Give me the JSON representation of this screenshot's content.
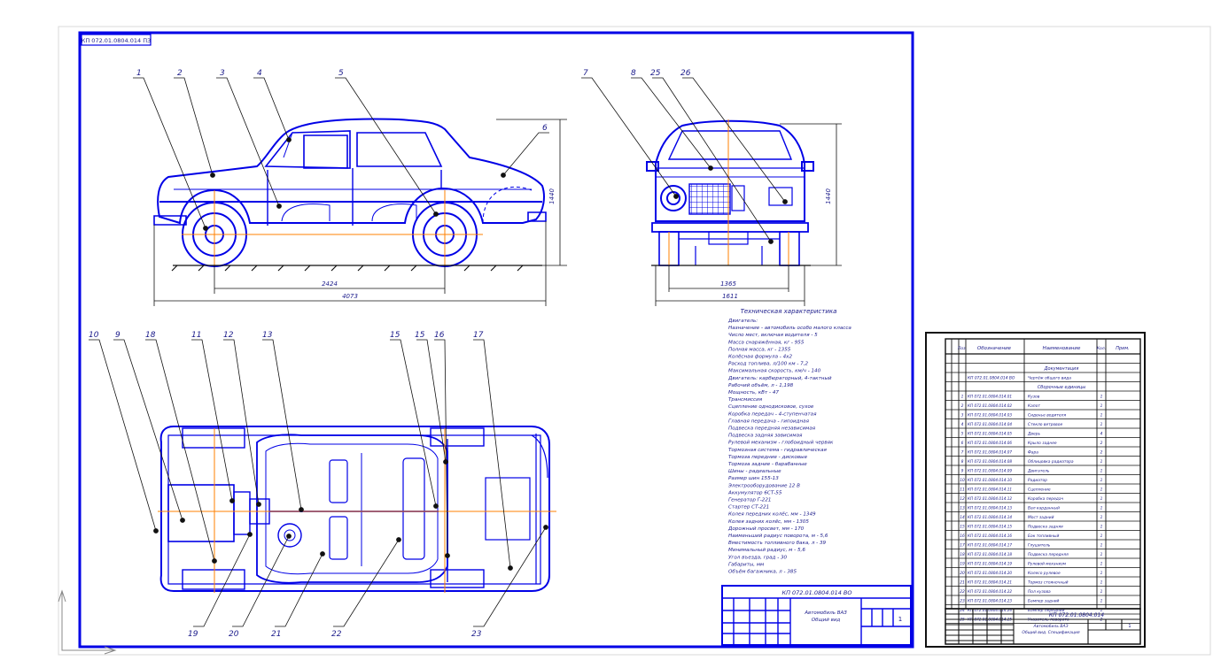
{
  "sheet": {
    "corner_code": "КП 072.01.0804.014 ПЗ",
    "main_stamp_code": "КП 072.01.0804.014 ВО",
    "sheet_number": "1",
    "sheets_total": "1"
  },
  "callouts": {
    "side_view": [
      "1",
      "2",
      "3",
      "4",
      "5",
      "6"
    ],
    "front_view": [
      "7",
      "8",
      "25",
      "26"
    ],
    "plan_top": [
      "10",
      "9",
      "18",
      "11",
      "12",
      "13",
      "15",
      "15",
      "16",
      "17"
    ],
    "plan_bottom": [
      "19",
      "20",
      "21",
      "22",
      "23"
    ]
  },
  "dimensions": {
    "side_wheelbase": "2424",
    "side_length": "4073",
    "side_height": "1440",
    "front_track": "1365",
    "front_width": "1611",
    "front_height": "1440"
  },
  "spec": {
    "title": "Техническая характеристика",
    "lines": [
      "Двигатель:",
      "Назначение - автомобиль особо малого класса",
      "Число мест, включая водителя - 5",
      "Масса снаряжённая, кг - 955",
      "Полная масса, кг - 1355",
      "Колёсная формула - 4х2",
      "Расход топлива, л/100 км - 7,2",
      "Максимальная скорость, км/ч - 140",
      "Двигатель: карбюраторный, 4-тактный",
      "Рабочий объём, л - 1,198",
      "Мощность, кВт - 47",
      "Трансмиссия",
      "Сцепление однодисковое, сухое",
      "Коробка передач - 4-ступенчатая",
      "Главная передача - гипоидная",
      "Подвеска передняя независимая",
      "Подвеска задняя зависимая",
      "Рулевой механизм - глобоидный червяк",
      "Тормозная система - гидравлическая",
      "Тормоза передние - дисковые",
      "Тормоза задние - барабанные",
      "Шины - радиальные",
      "Размер шин 155-13",
      "Электрооборудование 12 В",
      "Аккумулятор 6СТ-55",
      "Генератор Г-221",
      "Стартер СТ-221",
      "Колея передних колёс, мм - 1349",
      "Колея задних колёс, мм - 1305",
      "Дорожный просвет, мм - 170",
      "Наименьший радиус поворота, м - 5,6",
      "Вместимость топливного бака, л - 39",
      "Минимальный радиус, м - 5,6",
      "Угол въезда, град - 30",
      "Габариты, мм",
      "Объём багажника, л - 385"
    ]
  },
  "main_stamp": {
    "title_line1": "Автомобиль ВАЗ",
    "title_line2": "Общий вид"
  },
  "parts_list": {
    "headers": [
      "Поз.",
      "Обозначение",
      "Наименование",
      "Кол.",
      "Прим."
    ],
    "section1": "Документация",
    "section2": "Сборочные единицы",
    "doc_row": {
      "code": "КП 072.01.0804.014 ВО",
      "name": "Чертёж общего вида"
    },
    "rows": [
      {
        "pos": "1",
        "code": "КП 072.01.0804.014.01",
        "name": "Кузов",
        "qty": "1"
      },
      {
        "pos": "2",
        "code": "КП 072.01.0804.014.02",
        "name": "Капот",
        "qty": "1"
      },
      {
        "pos": "3",
        "code": "КП 072.01.0804.014.03",
        "name": "Сиденье водителя",
        "qty": "1"
      },
      {
        "pos": "4",
        "code": "КП 072.01.0804.014.04",
        "name": "Стекло ветровое",
        "qty": "1"
      },
      {
        "pos": "5",
        "code": "КП 072.01.0804.014.05",
        "name": "Дверь",
        "qty": "4"
      },
      {
        "pos": "6",
        "code": "КП 072.01.0804.014.06",
        "name": "Крыло заднее",
        "qty": "2"
      },
      {
        "pos": "7",
        "code": "КП 072.01.0804.014.07",
        "name": "Фара",
        "qty": "2"
      },
      {
        "pos": "8",
        "code": "КП 072.01.0804.014.08",
        "name": "Облицовка радиатора",
        "qty": "1"
      },
      {
        "pos": "9",
        "code": "КП 072.01.0804.014.09",
        "name": "Двигатель",
        "qty": "1"
      },
      {
        "pos": "10",
        "code": "КП 072.01.0804.014.10",
        "name": "Радиатор",
        "qty": "1"
      },
      {
        "pos": "11",
        "code": "КП 072.01.0804.014.11",
        "name": "Сцепление",
        "qty": "1"
      },
      {
        "pos": "12",
        "code": "КП 072.01.0804.014.12",
        "name": "Коробка передач",
        "qty": "1"
      },
      {
        "pos": "13",
        "code": "КП 072.01.0804.014.13",
        "name": "Вал карданный",
        "qty": "1"
      },
      {
        "pos": "14",
        "code": "КП 072.01.0804.014.14",
        "name": "Мост задний",
        "qty": "1"
      },
      {
        "pos": "15",
        "code": "КП 072.01.0804.014.15",
        "name": "Подвеска задняя",
        "qty": "1"
      },
      {
        "pos": "16",
        "code": "КП 072.01.0804.014.16",
        "name": "Бак топливный",
        "qty": "1"
      },
      {
        "pos": "17",
        "code": "КП 072.01.0804.014.17",
        "name": "Глушитель",
        "qty": "1"
      },
      {
        "pos": "18",
        "code": "КП 072.01.0804.014.18",
        "name": "Подвеска передняя",
        "qty": "1"
      },
      {
        "pos": "19",
        "code": "КП 072.01.0804.014.19",
        "name": "Рулевой механизм",
        "qty": "1"
      },
      {
        "pos": "20",
        "code": "КП 072.01.0804.014.20",
        "name": "Колесо рулевое",
        "qty": "1"
      },
      {
        "pos": "21",
        "code": "КП 072.01.0804.014.21",
        "name": "Тормоз стояночный",
        "qty": "1"
      },
      {
        "pos": "22",
        "code": "КП 072.01.0804.014.22",
        "name": "Пол кузова",
        "qty": "1"
      },
      {
        "pos": "23",
        "code": "КП 072.01.0804.014.23",
        "name": "Бампер задний",
        "qty": "1"
      },
      {
        "pos": "24",
        "code": "КП 072.01.0804.014.24",
        "name": "Бампер передний",
        "qty": "1"
      },
      {
        "pos": "25",
        "code": "КП 072.01.0804.014.25",
        "name": "Указатель поворота",
        "qty": "2"
      }
    ],
    "stamp_code": "КП 072.01.0804.014",
    "stamp_title1": "Автомобиль ВАЗ",
    "stamp_title2": "Общий вид. Спецификация"
  },
  "colors": {
    "line": "#0000e6",
    "axis": "#ff8000",
    "ink": "#111111"
  }
}
